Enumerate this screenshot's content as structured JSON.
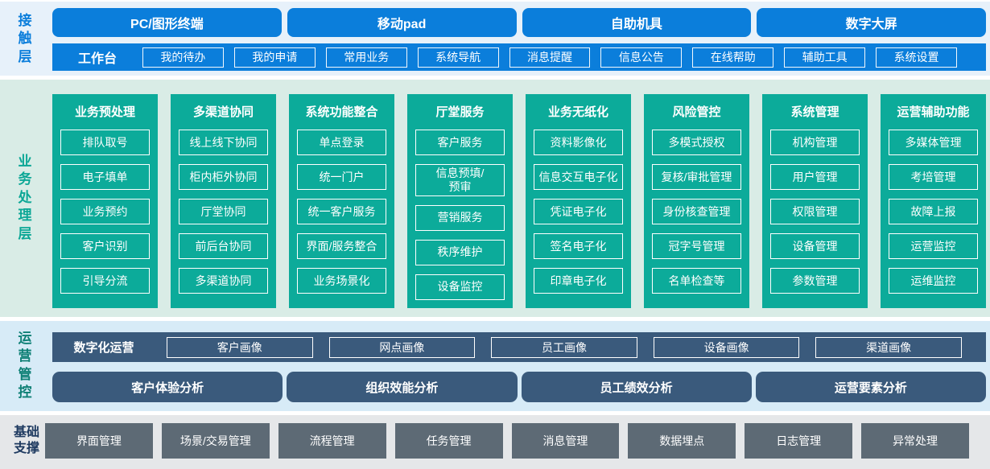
{
  "colors": {
    "channel_blue": "#0b7edb",
    "panel_teal": "#0cab9a",
    "ops_slate": "#3a5a7c",
    "foundation_gray": "#5d6a75",
    "contact_label": "#0b7edb",
    "business_label": "#0ca796",
    "operations_label": "#0e8076",
    "foundation_label": "#1e3a60"
  },
  "contact_layer": {
    "label": "接触层",
    "channels": [
      "PC/图形终端",
      "移动pad",
      "自助机具",
      "数字大屏"
    ],
    "workbench": {
      "label": "工作台",
      "items": [
        "我的待办",
        "我的申请",
        "常用业务",
        "系统导航",
        "消息提醒",
        "信息公告",
        "在线帮助",
        "辅助工具",
        "系统设置"
      ]
    }
  },
  "business_layer": {
    "label": "业务处理层",
    "columns": [
      {
        "title": "业务预处理",
        "items": [
          "排队取号",
          "电子填单",
          "业务预约",
          "客户识别",
          "引导分流"
        ]
      },
      {
        "title": "多渠道协同",
        "items": [
          "线上线下协同",
          "柜内柜外协同",
          "厅堂协同",
          "前后台协同",
          "多渠道协同"
        ]
      },
      {
        "title": "系统功能整合",
        "items": [
          "单点登录",
          "统一门户",
          "统一客户服务",
          "界面/服务整合",
          "业务场景化"
        ]
      },
      {
        "title": "厅堂服务",
        "items": [
          "客户服务",
          "信息预填/\n预审",
          "营销服务",
          "秩序维护",
          "设备监控"
        ]
      },
      {
        "title": "业务无纸化",
        "items": [
          "资料影像化",
          "信息交互电子化",
          "凭证电子化",
          "签名电子化",
          "印章电子化"
        ]
      },
      {
        "title": "风险管控",
        "items": [
          "多模式授权",
          "复核/审批管理",
          "身份核查管理",
          "冠字号管理",
          "名单检查等"
        ]
      },
      {
        "title": "系统管理",
        "items": [
          "机构管理",
          "用户管理",
          "权限管理",
          "设备管理",
          "参数管理"
        ]
      },
      {
        "title": "运营辅助功能",
        "items": [
          "多媒体管理",
          "考培管理",
          "故障上报",
          "运营监控",
          "运维监控"
        ]
      }
    ]
  },
  "operations_layer": {
    "label": "运营管控",
    "digital_ops": {
      "label": "数字化运营",
      "items": [
        "客户画像",
        "网点画像",
        "员工画像",
        "设备画像",
        "渠道画像"
      ]
    },
    "analysis": [
      "客户体验分析",
      "组织效能分析",
      "员工绩效分析",
      "运营要素分析"
    ]
  },
  "foundation_layer": {
    "label": "基础支撑",
    "items": [
      "界面管理",
      "场景/交易管理",
      "流程管理",
      "任务管理",
      "消息管理",
      "数据埋点",
      "日志管理",
      "异常处理"
    ]
  }
}
